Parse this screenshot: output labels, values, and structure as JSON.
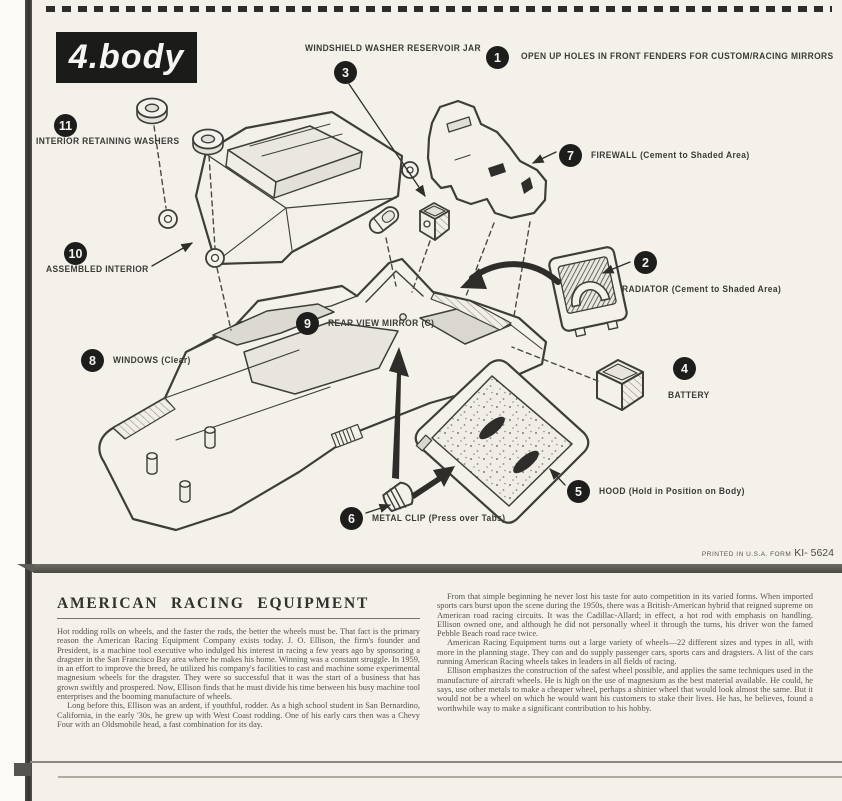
{
  "page": {
    "step_title": "4.body",
    "printed_note": "PRINTED IN U.S.A. FORM",
    "form_code": "KI- 5624"
  },
  "callouts": [
    {
      "num": "1",
      "label": "OPEN UP HOLES IN FRONT FENDERS FOR CUSTOM/RACING MIRRORS",
      "note": ""
    },
    {
      "num": "2",
      "label": "RADIATOR",
      "note": "(Cement to Shaded Area)"
    },
    {
      "num": "3",
      "label": "WINDSHIELD WASHER RESERVOIR JAR",
      "note": ""
    },
    {
      "num": "4",
      "label": "BATTERY",
      "note": ""
    },
    {
      "num": "5",
      "label": "HOOD",
      "note": "(Hold in Position on Body)"
    },
    {
      "num": "6",
      "label": "METAL CLIP",
      "note": "(Press over Tabs)"
    },
    {
      "num": "7",
      "label": "FIREWALL",
      "note": "(Cement to Shaded Area)"
    },
    {
      "num": "8",
      "label": "WINDOWS",
      "note": "(Clear)"
    },
    {
      "num": "9",
      "label": "REAR VIEW MIRROR",
      "note": "(C)"
    },
    {
      "num": "10",
      "label": "ASSEMBLED INTERIOR",
      "note": ""
    },
    {
      "num": "11",
      "label": "INTERIOR RETAINING WASHERS",
      "note": ""
    }
  ],
  "article": {
    "title": "AMERICAN RACING EQUIPMENT",
    "left_paragraphs": [
      "Hot rodding rolls on wheels, and the faster the rods, the better the wheels must be. That fact is the primary reason the American Racing Equipment Company exists today. J. O. Ellison, the firm's founder and President, is a machine tool executive who indulged his interest in racing a few years ago by sponsoring a dragster in the San Francisco Bay area where he makes his home. Winning was a constant struggle. In 1959, in an effort to improve the breed, he utilized his company's facilities to cast and machine some experimental magnesium wheels for the dragster. They were so successful that it was the start of a business that has grown swiftly and prospered. Now, Ellison finds that he must divide his time between his busy machine tool enterprises and the booming manufacture of wheels.",
      "Long before this, Ellison was an ardent, if youthful, rodder. As a high school student in San Bernardino, California, in the early '30s, he grew up with West Coast rodding. One of his early cars then was a Chevy Four with an Oldsmobile head, a fast combination for its day."
    ],
    "right_paragraphs": [
      "From that simple beginning he never lost his taste for auto competition in its varied forms. When imported sports cars burst upon the scene during the 1950s, there was a British-American hybrid that reigned supreme on American road racing circuits. It was the Cadillac-Allard; in effect, a hot rod with emphasis on handling. Ellison owned one, and although he did not personally wheel it through the turns, his driver won the famed Pebble Beach road race twice.",
      "American Racing Equipment turns out a large variety of wheels—22 different sizes and types in all, with more in the planning stage. They can and do supply passenger cars, sports cars and dragsters. A list of the cars running American Racing wheels takes in leaders in all fields of racing.",
      "Ellison emphasizes the construction of the safest wheel possible, and applies the same techniques used in the manufacture of aircraft wheels. He is high on the use of magnesium as the best material available. He could, he says, use other metals to make a cheaper wheel, perhaps a shinier wheel that would look almost the same. But it would not be a wheel on which he would want his customers to stake their lives. He has, he believes, found a worthwhile way to make a significant contribution to his hobby."
    ]
  },
  "colors": {
    "paper": "#f3f1ea",
    "ink": "#2d2d2b",
    "label_text": "#3b3a37",
    "band": "#55544e"
  }
}
